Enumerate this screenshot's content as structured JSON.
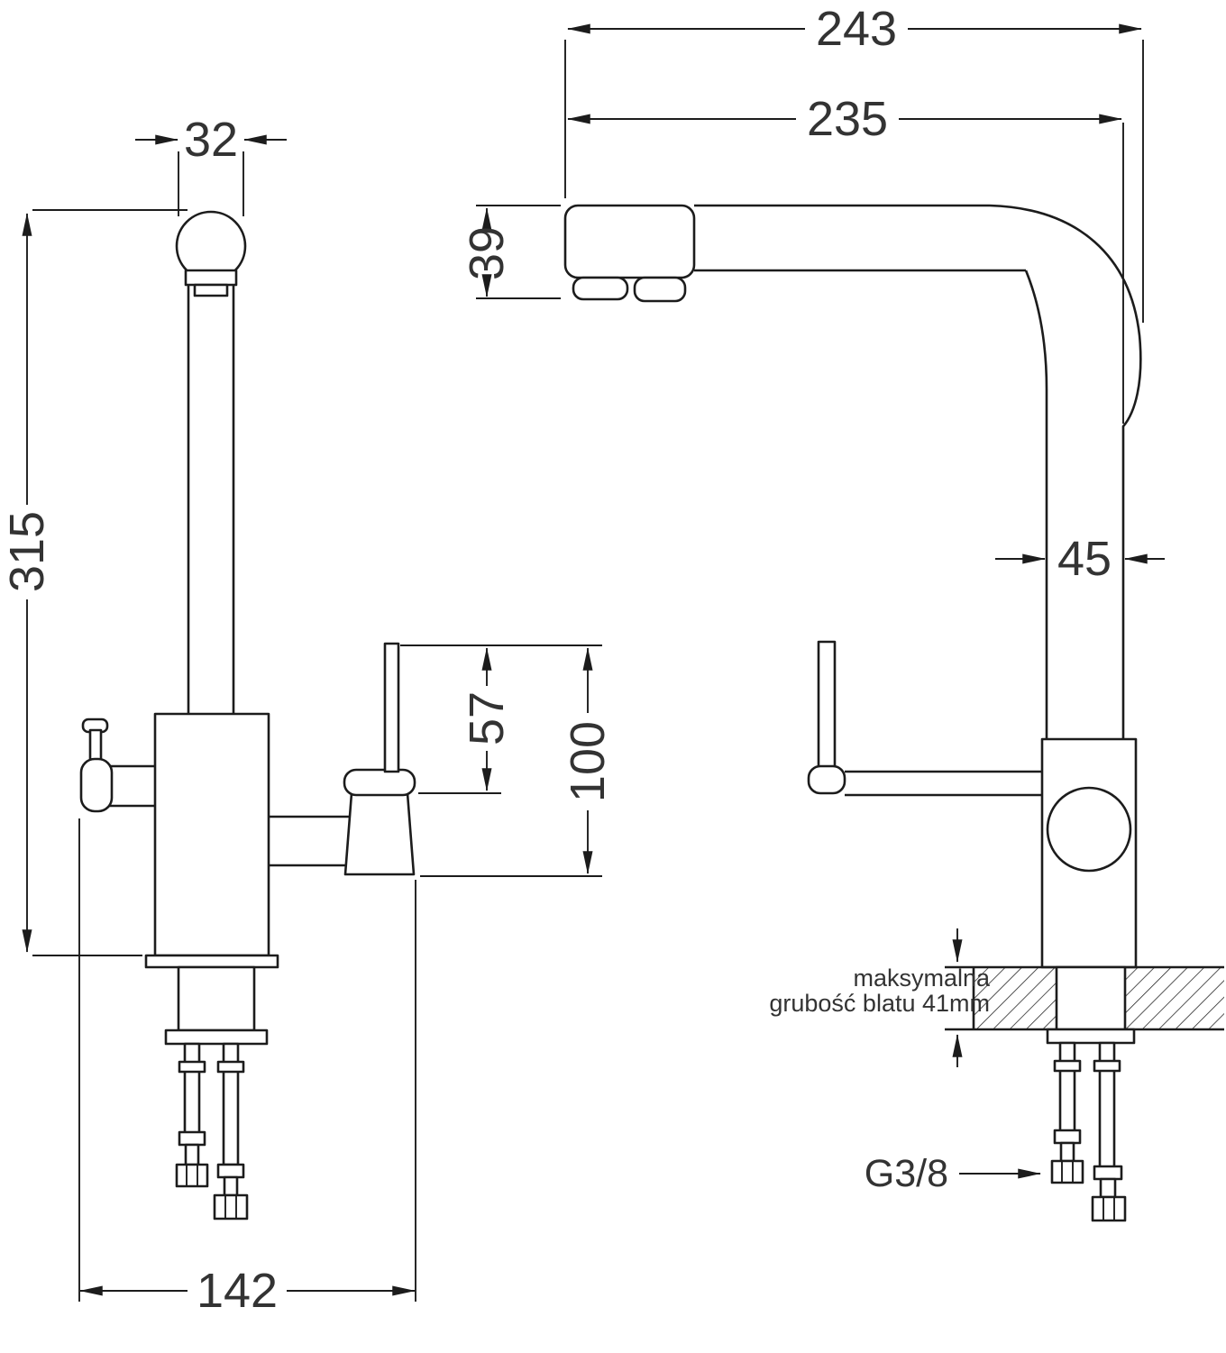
{
  "page": {
    "background": "#ffffff"
  },
  "diagram": {
    "subject": "Kitchen faucet technical drawing - front and side views with installation dimensions (mm)",
    "views": {
      "left": "front view",
      "right": "side view"
    },
    "dims": {
      "d32": "32",
      "d315": "315",
      "d142": "142",
      "d57": "57",
      "d100": "100",
      "d243": "243",
      "d235": "235",
      "d39": "39",
      "d45": "45"
    },
    "labels": {
      "thread": "G3/8",
      "note1": "maksymalna",
      "note2": "grubość blatu 41mm"
    },
    "colors": {
      "line": "#1c1c1c",
      "text": "#333333",
      "background": "#ffffff"
    }
  }
}
